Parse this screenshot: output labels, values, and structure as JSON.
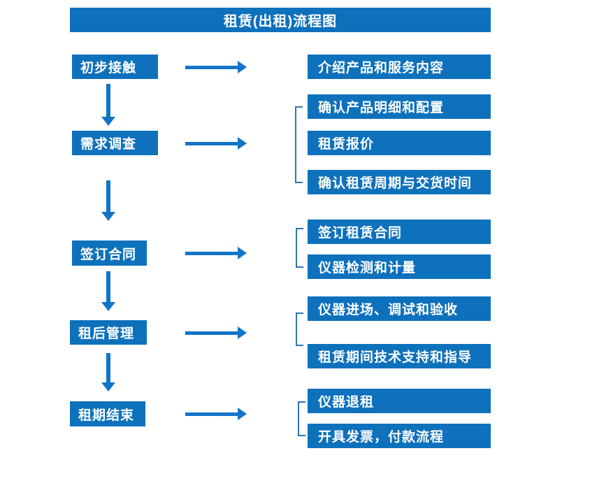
{
  "title": "租赁(出租)流程图",
  "colors": {
    "box": "#0e71bc",
    "arrow": "#1274c8",
    "bracket": "#2e74b5",
    "box_text": "#ffffff",
    "background": "#ffffff"
  },
  "steps": [
    {
      "label": "初步接触",
      "details": [
        "介绍产品和服务内容"
      ]
    },
    {
      "label": "需求调查",
      "details": [
        "确认产品明细和配置",
        "租赁报价",
        "确认租赁周期与交货时间"
      ]
    },
    {
      "label": "签订合同",
      "details": [
        "签订租赁合同",
        "仪器检测和计量"
      ]
    },
    {
      "label": "租后管理",
      "details": [
        "仪器进场、调试和验收",
        "租赁期间技术支持和指导"
      ]
    },
    {
      "label": "租期结束",
      "details": [
        "仪器退租",
        "开具发票，付款流程"
      ]
    }
  ]
}
